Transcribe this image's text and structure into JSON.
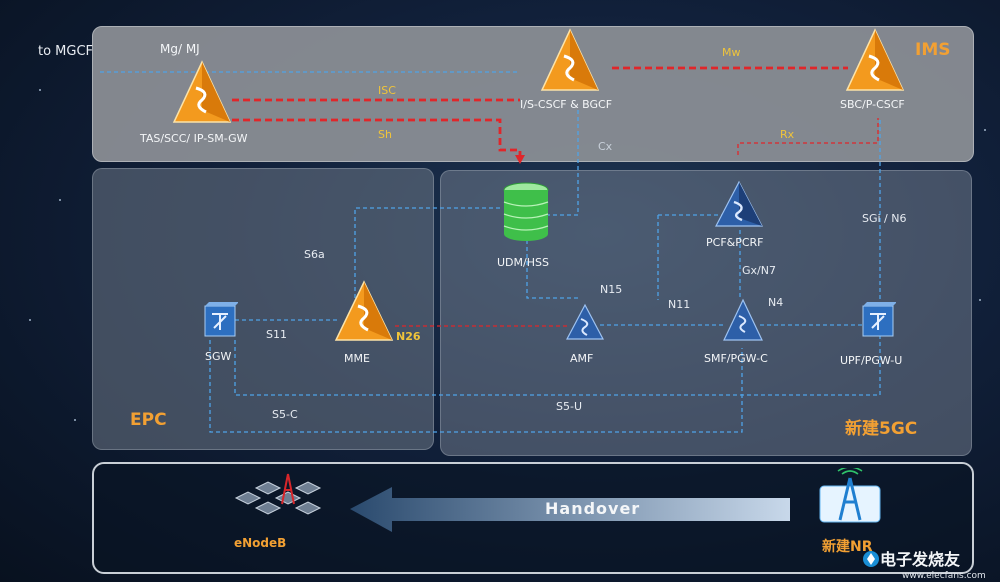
{
  "panels": {
    "ims_title": "IMS",
    "epc_title": "EPC",
    "fgc_title": "新建5GC"
  },
  "external": {
    "to_mgcf": "to MGCF"
  },
  "nodes": {
    "tas": "TAS/SCC/ IP-SM-GW",
    "tas_top": "Mg/ MJ",
    "cscf": "I/S-CSCF & BGCF",
    "sbc": "SBC/P-CSCF",
    "udm": "UDM/HSS",
    "pcf": "PCF&PCRF",
    "sgw": "SGW",
    "mme": "MME",
    "amf": "AMF",
    "smf": "SMF/PGW-C",
    "upf": "UPF/PGW-U",
    "enodeb": "eNodeB",
    "gnb": "新建NR"
  },
  "interfaces": {
    "isc": "ISC",
    "sh": "Sh",
    "mw": "Mw",
    "cx": "Cx",
    "rx": "Rx",
    "sgi": "SGi / N6",
    "s6a": "S6a",
    "gx": "Gx/N7",
    "n15": "N15",
    "n11": "N11",
    "n4": "N4",
    "s11": "S11",
    "n26": "N26",
    "s5u": "S5-U",
    "s5c": "S5-C"
  },
  "handover": "Handover",
  "watermark": {
    "title": "电子发烧友",
    "url": "www.elecfans.com"
  },
  "colors": {
    "ims_panel": "#8c9096",
    "signal_red": "#e0262a",
    "link_blue": "#4fa3e8",
    "label_yellow": "#f0c43a",
    "node_orange": "#f39a1e",
    "node_blue": "#2d5fa8",
    "db_green": "#3fbf4a"
  }
}
